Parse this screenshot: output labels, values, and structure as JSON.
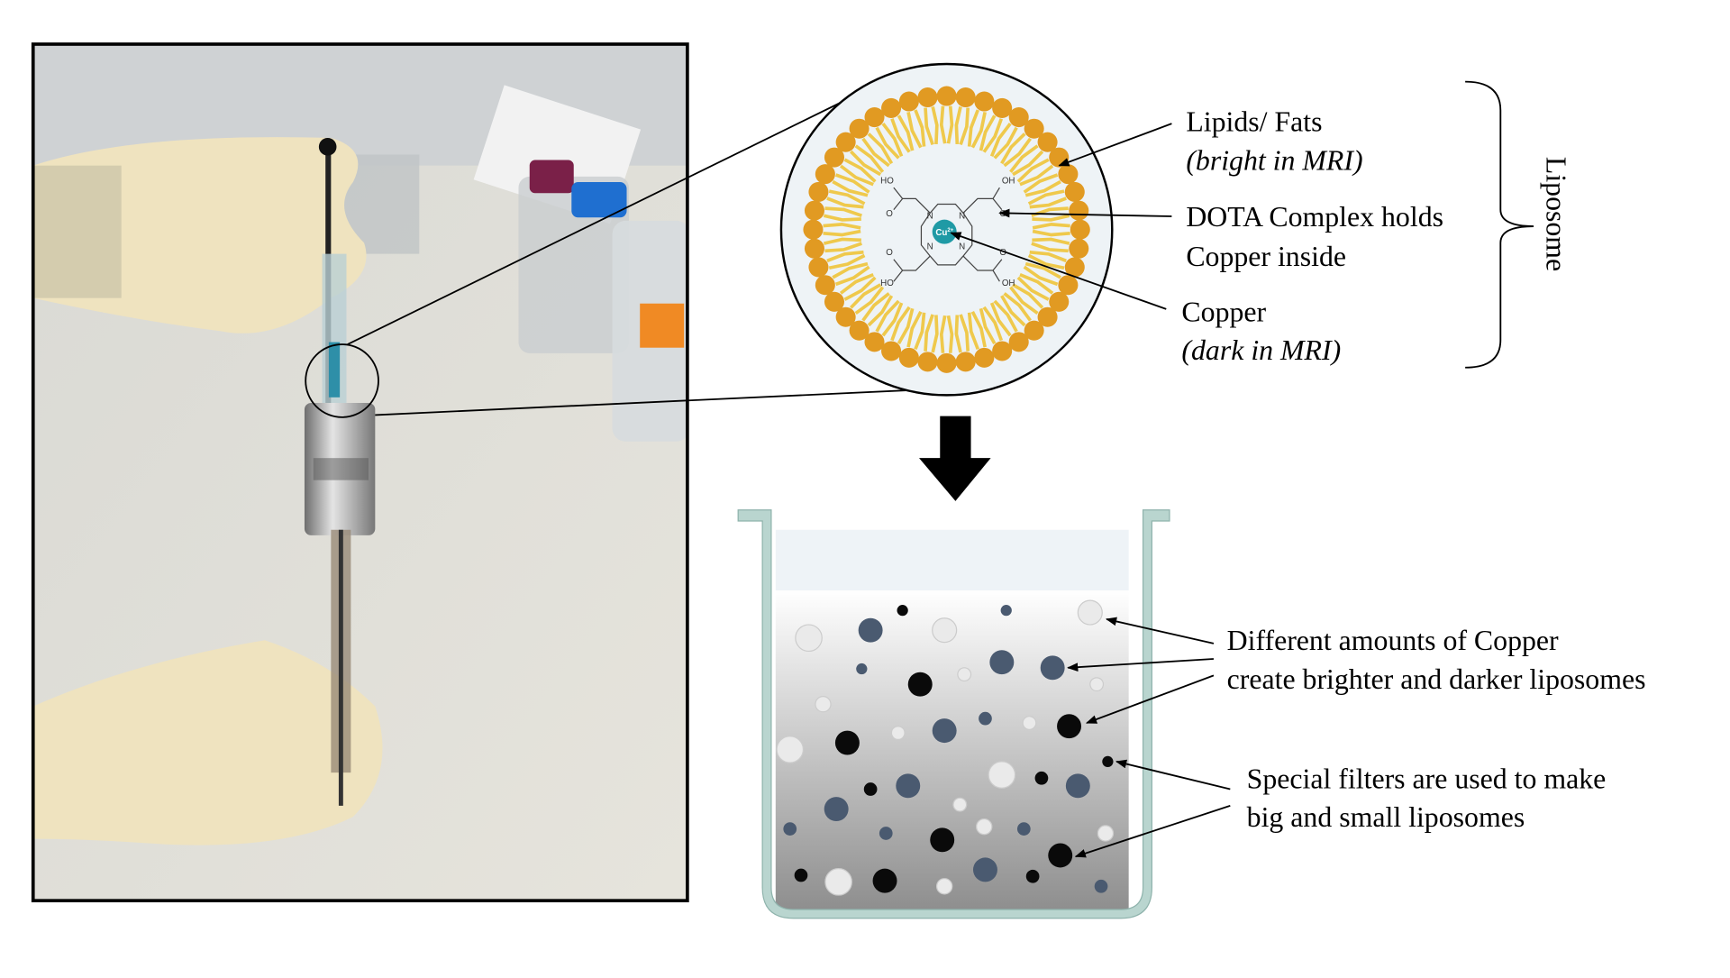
{
  "colors": {
    "lipid_head": "#e19a22",
    "lipid_tail": "#efc94c",
    "copper": "#1f9aa5",
    "liposome_bg": "#eef3f6",
    "beaker_wall": "#b9d5cf",
    "particle_dark": "#4a5a70"
  },
  "liposome": {
    "lipids_label": "Lipids/ Fats",
    "lipids_note": "(bright in MRI)",
    "dota_label_line1": "DOTA Complex holds",
    "dota_label_line2": "Copper inside",
    "copper_label": "Copper",
    "copper_note": "(dark in MRI)",
    "brace_label": "Liposome",
    "copper_symbol": "Cu",
    "copper_charge": "2+",
    "chem_labels": {
      "ho": "HO",
      "oh": "OH",
      "o": "O",
      "n": "N"
    }
  },
  "beaker": {
    "copper_line1": "Different amounts of Copper",
    "copper_line2": "create brighter and darker liposomes",
    "filter_line1": "Special filters are used to make",
    "filter_line2": "big and small liposomes"
  },
  "icons": {
    "process_arrow": "arrow-down-icon"
  }
}
